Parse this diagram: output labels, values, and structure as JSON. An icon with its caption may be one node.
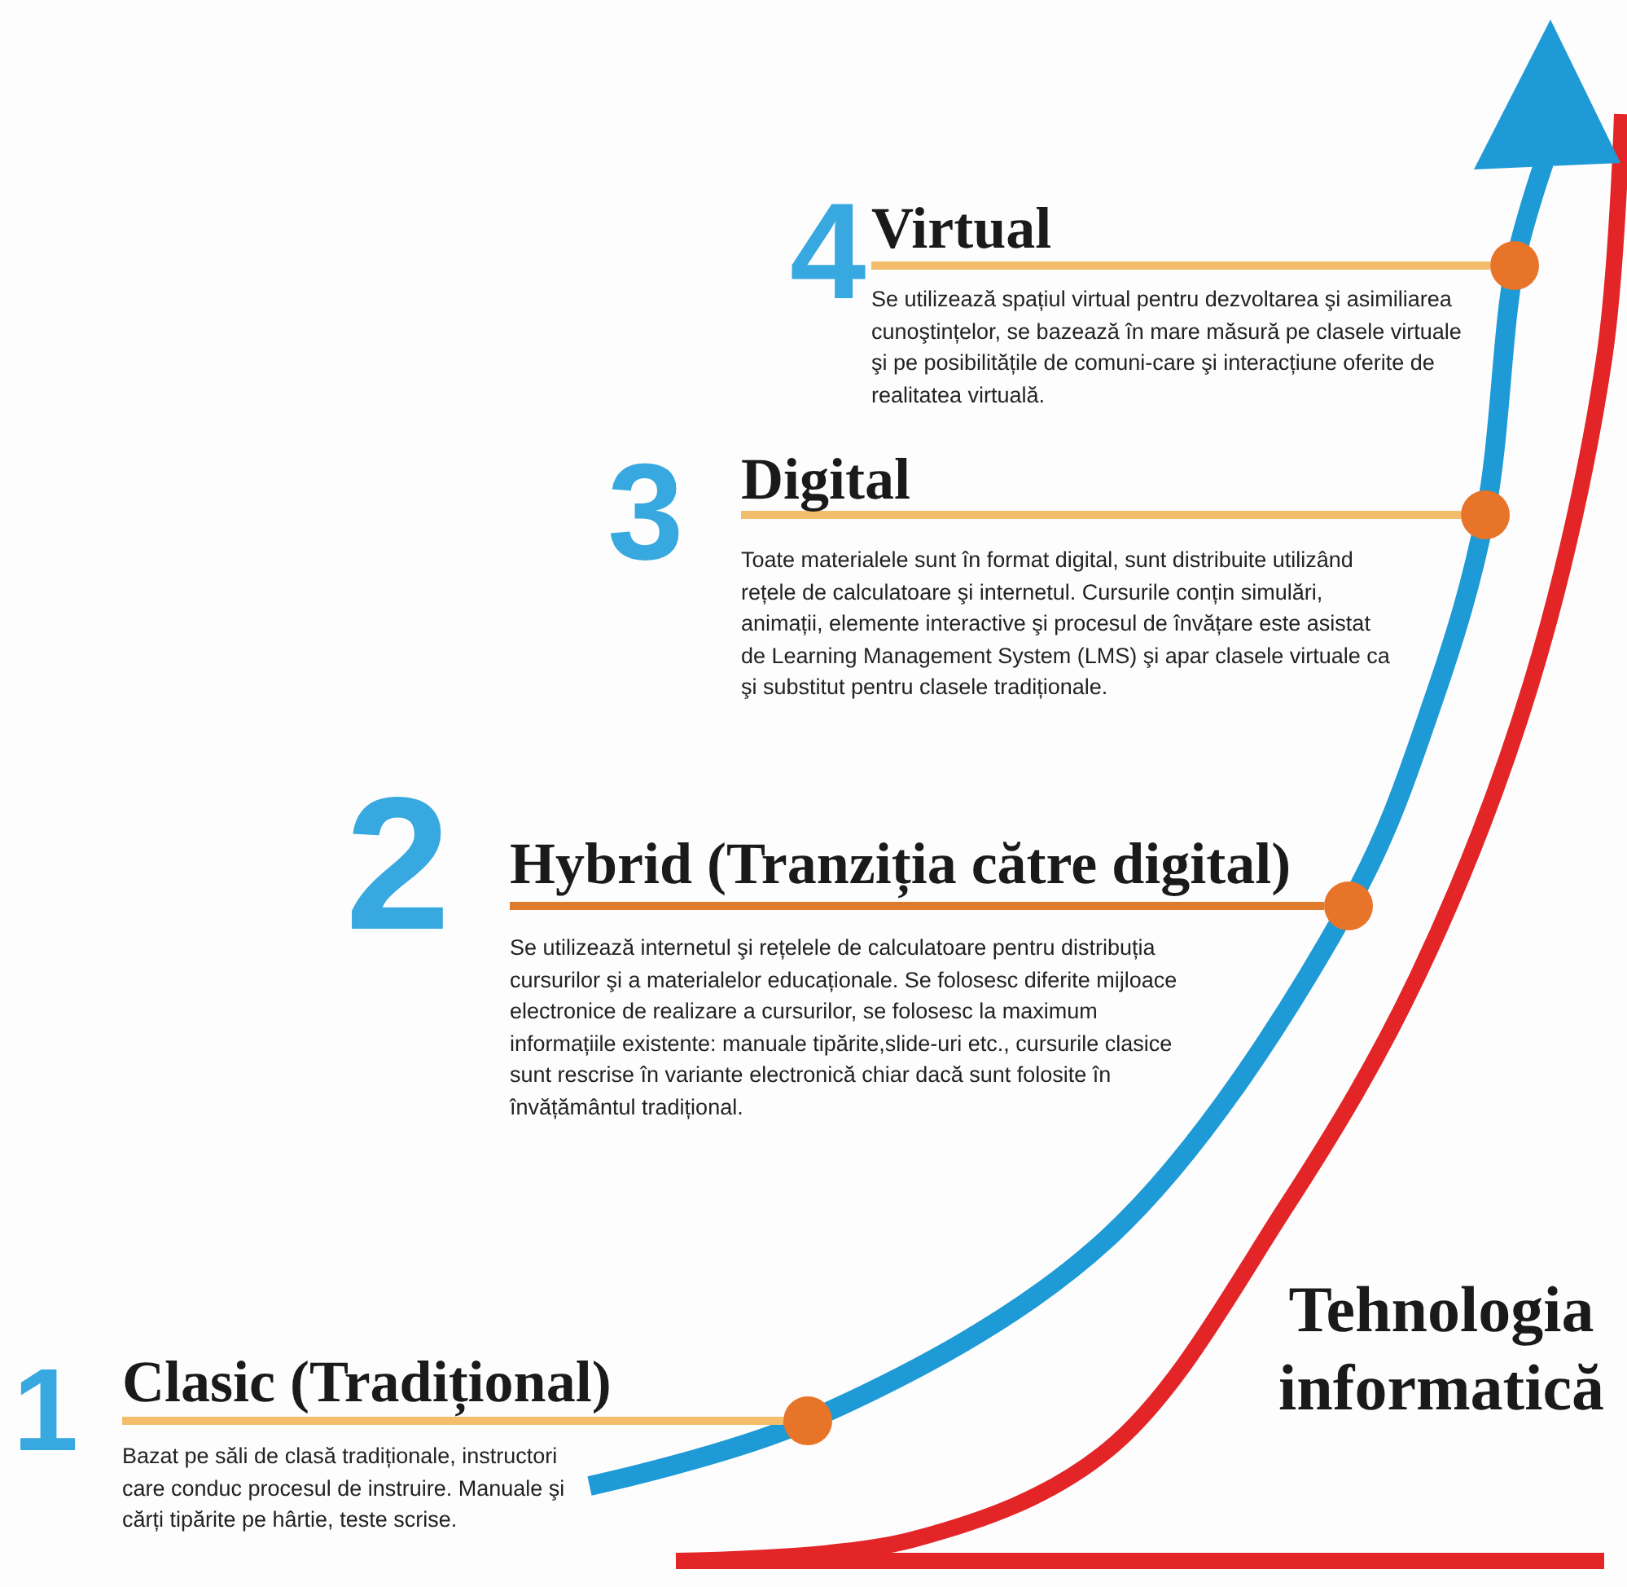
{
  "diagram": {
    "nodes": [
      {
        "text": [
          "Virtual",
          "Se utilizează spațiul virtual pentru dezvoltarea şi asimiliarea cunoştințelor, se bazează în mare măsură pe clasele virtuale şi pe posibilitățile de comuni-care şi interacțiune oferite de realitatea virtuală."
        ],
        "beside": [
          "4"
        ]
      },
      {
        "text": [],
        "shape": "circle"
      },
      {
        "text": [
          "Digital",
          "Toate materialele sunt în format digital, sunt distribuite utilizând rețele de calculatoare şi internetul. Cursurile conțin simulări, animații, elemente interactive şi procesul de învățare este asistat de Learning Management System (LMS) şi apar clasele virtuale ca şi substitut pentru clasele tradiționale."
        ],
        "beside": [
          "3"
        ]
      },
      {
        "text": [],
        "shape": "circle"
      },
      {
        "text": [
          "Hybrid (Tranziția către digital)",
          "Se utilizează internetul şi rețelele de calculatoare pentru distribuția cursurilor şi a materialelor educaționale. Se folosesc diferite mijloace electronice de realizare a cursurilor, se folosesc la maximum informațiile existente: manuale tipărite,slide-uri etc., cursurile clasice sunt rescrise în variante electronică chiar dacă sunt folosite în învățământul tradițional."
        ],
        "beside": [
          "2"
        ]
      },
      {
        "text": [],
        "shape": "circle"
      },
      {
        "text": [
          "Clasic (Tradițional)",
          "Bazat pe săli de clasă tradiționale, instructori care conduc procesul de instruire. Manuale şi cărți tipărite pe hârtie, teste scrise."
        ],
        "beside": [
          "1"
        ]
      },
      {
        "text": [],
        "shape": "circle"
      }
    ],
    "edges": [
      {
        "from": 0,
        "to": 1,
        "arrow": "none"
      },
      {
        "from": 2,
        "to": 3,
        "arrow": "none"
      },
      {
        "from": 4,
        "to": 5,
        "arrow": "none",
        "color": "#e07b2c"
      },
      {
        "from": 6,
        "to": 7,
        "arrow": "none"
      }
    ],
    "labels": [
      "Tehnologia informatică"
    ]
  }
}
